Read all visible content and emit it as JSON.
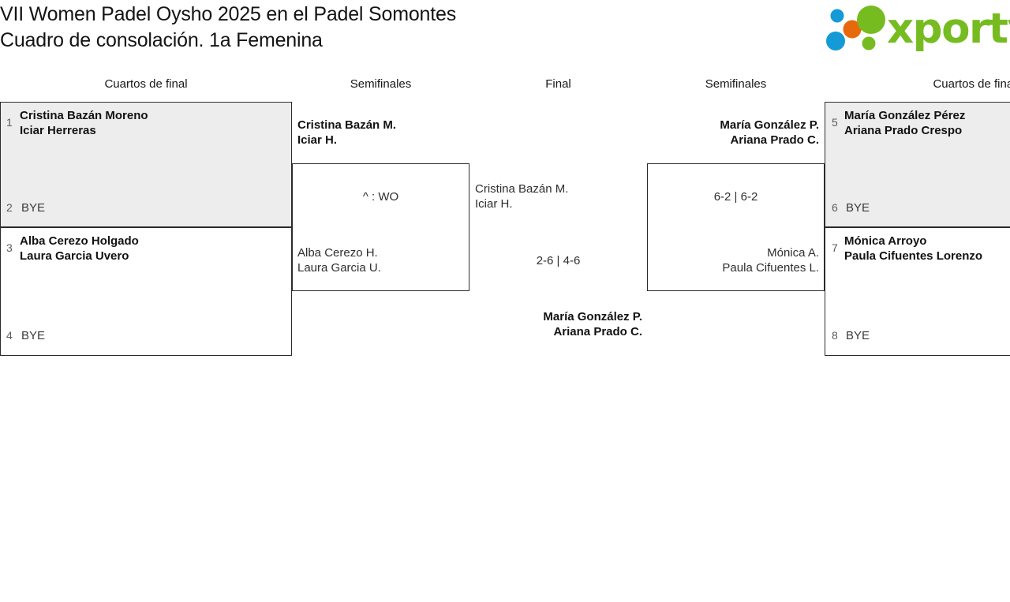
{
  "header": {
    "title_line1": "VII Women Padel Oysho 2025 en el Padel Somontes",
    "title_line2": "Cuadro de consolación. 1a Femenina",
    "logo_text": "xporty",
    "logo_colors": {
      "green": "#76bc21",
      "blue": "#149ad6",
      "orange": "#e8690c"
    }
  },
  "rounds": [
    {
      "label": "Cuartos de final"
    },
    {
      "label": "Semifinales"
    },
    {
      "label": "Final"
    },
    {
      "label": "Semifinales"
    },
    {
      "label": "Cuartos de final"
    }
  ],
  "bracket": {
    "left_quarterfinals": [
      {
        "top": {
          "seed": "1",
          "line1": "Cristina Bazán Moreno",
          "line2": "Iciar Herreras",
          "winner": true
        },
        "bottom": {
          "seed": "2",
          "label": "BYE",
          "winner": false
        }
      },
      {
        "top": {
          "seed": "3",
          "line1": "Alba Cerezo Holgado",
          "line2": "Laura Garcia Uvero",
          "winner": true
        },
        "bottom": {
          "seed": "4",
          "label": "BYE",
          "winner": false
        }
      }
    ],
    "left_semifinal": {
      "top": {
        "line1": "Cristina Bazán M.",
        "line2": "Iciar H.",
        "winner": true
      },
      "score": "^ : WO",
      "bottom": {
        "line1": "Alba Cerezo H.",
        "line2": "Laura Garcia U.",
        "winner": false
      }
    },
    "final": {
      "top": {
        "line1": "Cristina Bazán M.",
        "line2": "Iciar H.",
        "winner": false
      },
      "score_top": "2-6 | 4-6",
      "bottom": {
        "line1": "María González P.",
        "line2": "Ariana Prado C.",
        "winner": true
      }
    },
    "right_semifinal": {
      "top": {
        "line1": "María González P.",
        "line2": "Ariana Prado C.",
        "winner": true
      },
      "score": "6-2 | 6-2",
      "bottom": {
        "line1": "Mónica A.",
        "line2": "Paula Cifuentes L.",
        "winner": false
      }
    },
    "right_quarterfinals": [
      {
        "top": {
          "seed": "5",
          "line1": "María González Pérez",
          "line2": "Ariana Prado Crespo",
          "winner": true
        },
        "bottom": {
          "seed": "6",
          "label": "BYE",
          "winner": false
        }
      },
      {
        "top": {
          "seed": "7",
          "line1": "Mónica Arroyo",
          "line2": "Paula Cifuentes Lorenzo",
          "winner": true
        },
        "bottom": {
          "seed": "8",
          "label": "BYE",
          "winner": false
        }
      }
    ]
  }
}
